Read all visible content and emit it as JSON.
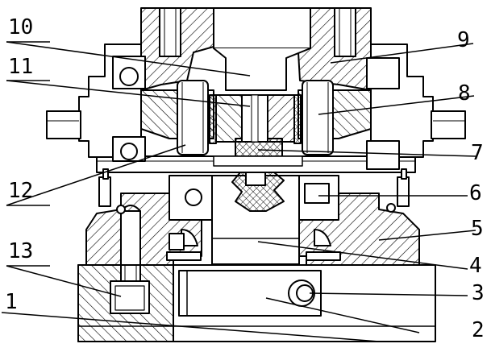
{
  "figure": {
    "labels": [
      {
        "id": "1",
        "text": "1"
      },
      {
        "id": "2",
        "text": "2"
      },
      {
        "id": "3",
        "text": "3"
      },
      {
        "id": "4",
        "text": "4"
      },
      {
        "id": "5",
        "text": "5"
      },
      {
        "id": "6",
        "text": "6"
      },
      {
        "id": "7",
        "text": "7"
      },
      {
        "id": "8",
        "text": "8"
      },
      {
        "id": "9",
        "text": "9"
      },
      {
        "id": "10",
        "text": "10"
      },
      {
        "id": "11",
        "text": "11"
      },
      {
        "id": "12",
        "text": "12"
      },
      {
        "id": "13",
        "text": "13"
      }
    ]
  },
  "colors": {
    "line": "#000000",
    "background": "#ffffff"
  }
}
